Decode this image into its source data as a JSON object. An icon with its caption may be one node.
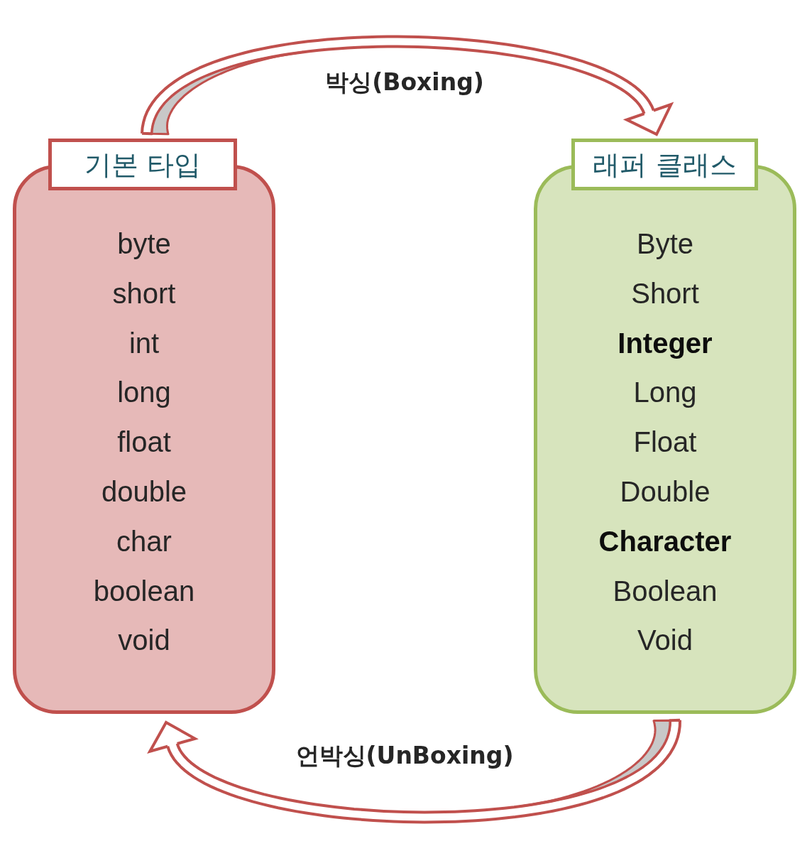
{
  "diagram": {
    "nodes": [
      {
        "text": [
          "기본 타입",
          "byte",
          "short",
          "int",
          "long",
          "float",
          "double",
          "char",
          "boolean",
          "void"
        ]
      },
      {
        "text": [
          "래퍼 클래스",
          "Byte",
          "Short",
          "Integer",
          "Long",
          "Float",
          "Double",
          "Character",
          "Boolean",
          "Void"
        ]
      }
    ],
    "edges": [
      {
        "from": 0,
        "to": 1,
        "arrow": "to",
        "label": "박싱(Boxing)"
      },
      {
        "from": 1,
        "to": 0,
        "arrow": "to",
        "label": "언박싱(UnBoxing)"
      }
    ]
  }
}
